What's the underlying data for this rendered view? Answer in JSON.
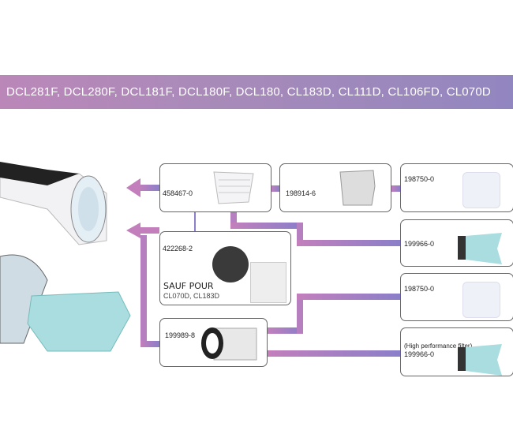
{
  "banner": {
    "models": "DCL281F, DCL280F, DCL181F, DCL180F, DCL180, CL183D, CL111D, CL106FD, CL070D"
  },
  "parts": [
    {
      "code": "458467-0"
    },
    {
      "code": "198914-6"
    },
    {
      "code": "198750-0"
    },
    {
      "code": "199966-0"
    },
    {
      "code": "422268-2",
      "note_title": "SAUF POUR",
      "note_models": "CL070D, CL183D"
    },
    {
      "code": "198750-0"
    },
    {
      "code": "199989-8"
    },
    {
      "code": "199966-0",
      "label": "(High performance filter)"
    }
  ],
  "colors": {
    "pink": "#c37fbc",
    "purple": "#8a7fc9",
    "bag": "#a9dde0"
  }
}
